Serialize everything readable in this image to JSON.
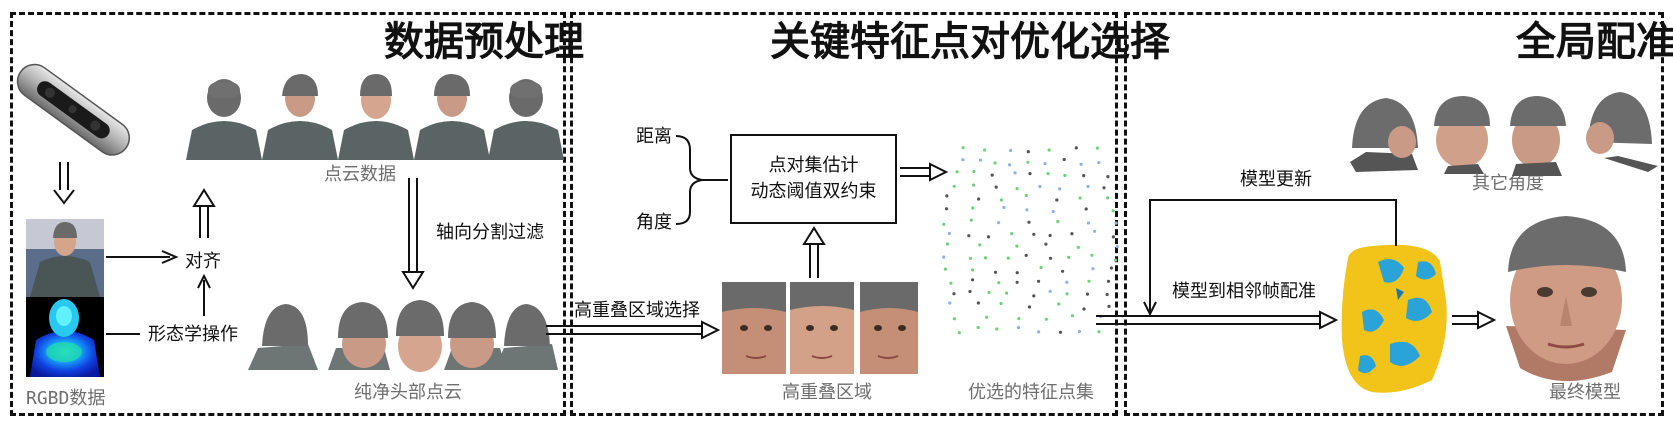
{
  "panels": {
    "preprocess_title": "数据预处理",
    "keypoint_title": "关键特征点对优化选择",
    "registration_title": "全局配准"
  },
  "labels": {
    "rgbd_data": "RGBD数据",
    "point_cloud_data": "点云数据",
    "align": "对齐",
    "morphology": "形态学操作",
    "axial_split_filter": "轴向分割过滤",
    "clean_head_cloud": "纯净头部点云",
    "high_overlap_select": "高重叠区域选择",
    "high_overlap_region": "高重叠区域",
    "distance": "距离",
    "angle": "角度",
    "estimate_line1": "点对集估计",
    "estimate_line2": "动态阈值双约束",
    "selected_points": "优选的特征点集",
    "model_update": "模型更新",
    "model_to_adjacent": "模型到相邻帧配准",
    "other_angles": "其它角度",
    "final_model": "最终模型"
  },
  "colors": {
    "skin": "#d8a58c",
    "hat": "#707070",
    "jacket": "#505a5a",
    "model_yellow": "#f2c319",
    "model_blue": "#2aa3d8",
    "depth_blue": "#1030d0",
    "depth_cyan": "#22d0e0"
  },
  "icons": {
    "camera": "depth-camera-icon",
    "arrow": "double-line-arrow"
  }
}
